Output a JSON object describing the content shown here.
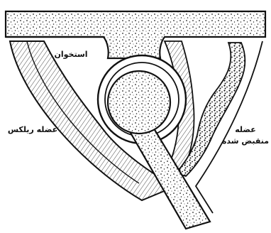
{
  "labels": {
    "bone": "استخوان",
    "smooth_muscle": "عضله ریلکس",
    "spastic_muscle_line1": "عضله",
    "spastic_muscle_line2": "منقبض شده"
  },
  "colors": {
    "ink": "#111111",
    "paper": "#ffffff",
    "bone_fill": "#e8e8e8"
  }
}
